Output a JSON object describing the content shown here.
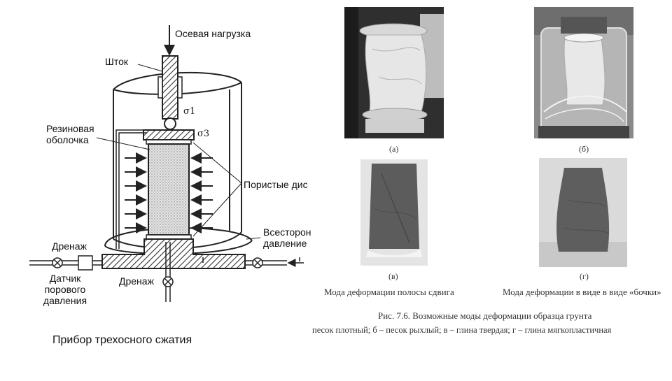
{
  "diagram": {
    "labels": {
      "axial_load": "Осевая нагрузка",
      "rod": "Шток",
      "sigma1": "σ1",
      "sigma3": "σ3",
      "rubber_membrane": "Резиновая оболочка",
      "porous_discs": "Пористые дис",
      "cell_pressure": "Всесторон давление",
      "drainage_left": "Дренаж",
      "drainage_bottom": "Дренаж",
      "pore_pressure_sensor": "Датчик порового давления"
    },
    "caption": "Прибор трехосного сжатия"
  },
  "figure": {
    "photos": [
      {
        "letter": "(а)"
      },
      {
        "letter": "(б)"
      },
      {
        "letter": "(в)"
      },
      {
        "letter": "(г)"
      }
    ],
    "mode_captions": {
      "left": "Мода деформации полосы сдвига",
      "right": "Мода деформации в виде в виде «бочки»"
    },
    "title": "Рис. 7.6. Возможные моды деформации образца грунта",
    "subtitle": "песок плотный; б – песок рыхлый; в – глина твердая; г – глина мягкопластичная"
  },
  "colors": {
    "line": "#222222",
    "hatch": "#333333",
    "sample_fill": "#d9d9d9",
    "photo_bg_dark": "#2b2b2b",
    "clay_dark": "#5a5a5a"
  }
}
